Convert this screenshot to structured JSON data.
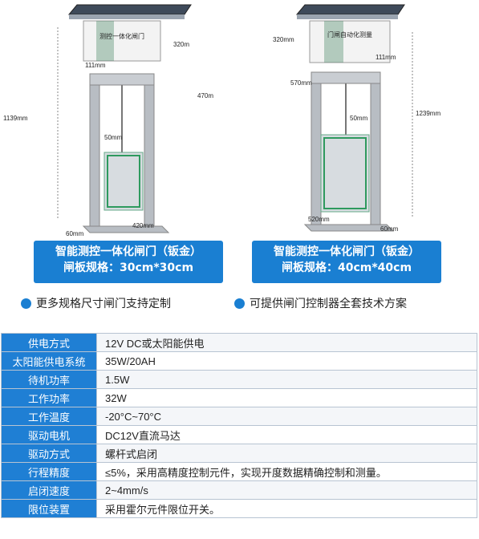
{
  "products": [
    {
      "box_label": "测控一体化闸门",
      "dims": {
        "height": "1139mm",
        "box_height": "320m",
        "box_depth": "470m",
        "side_offset": "111mm",
        "gate_height": "50mm",
        "base_width": "420mm",
        "base_depth": "60mm"
      },
      "caption_line1": "智能测控一体化闸门（钣金）",
      "caption_line2": "闸板规格：30cm*30cm"
    },
    {
      "box_label": "门闸自动化测量",
      "dims": {
        "box_height": "320mm",
        "side_offset": "111mm",
        "width_top": "570mm",
        "gate_height": "50mm",
        "height": "1239mm",
        "base_width": "520mm",
        "base_depth": "60mm"
      },
      "caption_line1": "智能测控一体化闸门（钣金）",
      "caption_line2": "闸板规格：40cm*40cm"
    }
  ],
  "features": [
    {
      "text": "更多规格尺寸闸门支持定制",
      "icon": "bullet-dot-icon"
    },
    {
      "text": "可提供闸门控制器全套技术方案",
      "icon": "bullet-dot-icon"
    }
  ],
  "colors": {
    "accent": "#1a7fd2",
    "label_bg": "#1f7fd4"
  },
  "specs": [
    {
      "label": "供电方式",
      "value": "12V DC或太阳能供电"
    },
    {
      "label": "太阳能供电系统",
      "value": "35W/20AH"
    },
    {
      "label": "待机功率",
      "value": "1.5W"
    },
    {
      "label": "工作功率",
      "value": "32W"
    },
    {
      "label": "工作温度",
      "value": "-20°C~70°C"
    },
    {
      "label": "驱动电机",
      "value": "DC12V直流马达"
    },
    {
      "label": "驱动方式",
      "value": "螺杆式启闭"
    },
    {
      "label": "行程精度",
      "value": "≤5%，采用高精度控制元件，实现开度数据精确控制和测量。"
    },
    {
      "label": "启闭速度",
      "value": "2~4mm/s"
    },
    {
      "label": "限位装置",
      "value": "采用霍尔元件限位开关。"
    }
  ]
}
